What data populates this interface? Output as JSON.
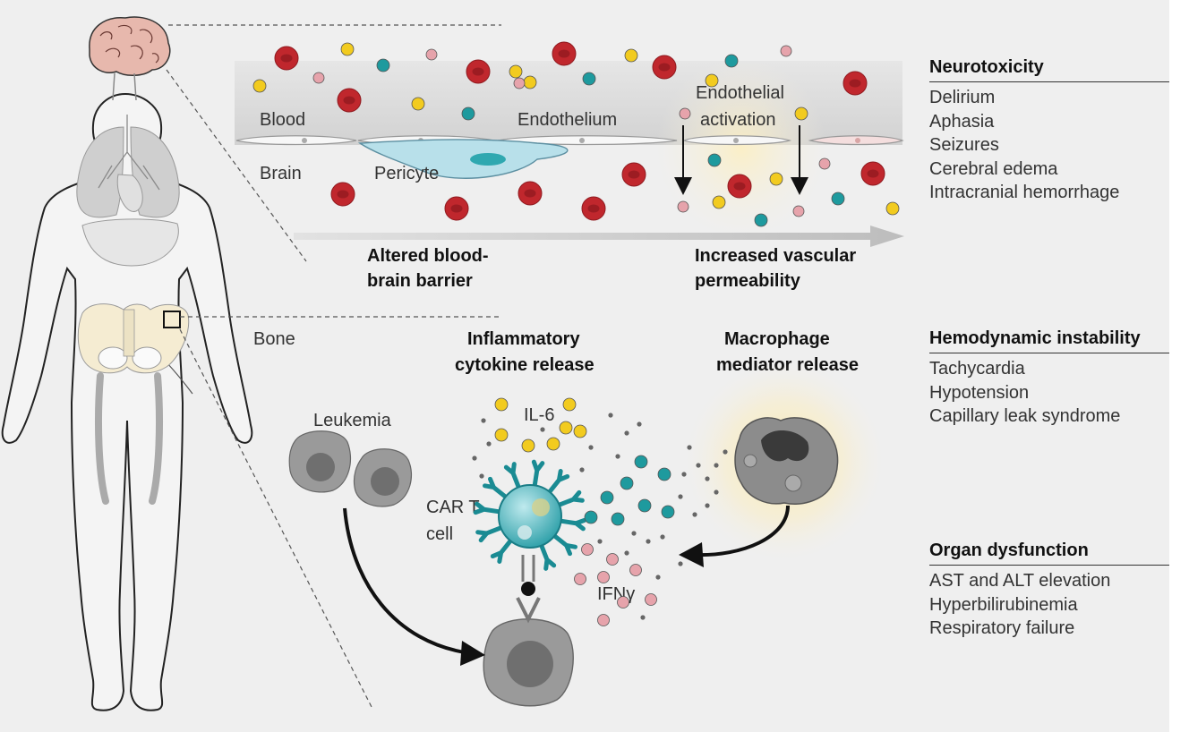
{
  "labels": {
    "blood": "Blood",
    "endothelium": "Endothelium",
    "endothelial_activation": [
      "Endothelial",
      "activation"
    ],
    "brain": "Brain",
    "pericyte": "Pericyte",
    "altered_bbb": [
      "Altered blood-",
      "brain barrier"
    ],
    "increased_vascular": [
      "Increased vascular",
      "permeability"
    ],
    "bone": "Bone",
    "inflammatory": [
      "Inflammatory",
      "cytokine release"
    ],
    "macrophage": [
      "Macrophage",
      "mediator release"
    ],
    "leukemia": "Leukemia",
    "il6": "IL-6",
    "car_t": [
      "CAR T",
      "cell"
    ],
    "ifn": "IFNγ"
  },
  "panels": [
    {
      "title": "Neurotoxicity",
      "items": [
        "Delirium",
        "Aphasia",
        "Seizures",
        "Cerebral edema",
        "Intracranial hemorrhage"
      ]
    },
    {
      "title": "Hemodynamic instability",
      "items": [
        "Tachycardia",
        "Hypotension",
        "Capillary leak syndrome"
      ]
    },
    {
      "title": "Organ dysfunction",
      "items": [
        "AST and ALT elevation",
        "Hyperbilirubinemia",
        "Respiratory failure"
      ]
    }
  ],
  "colors": {
    "rbc": "#c0272d",
    "cytokine_yellow": "#f2cb1f",
    "cytokine_teal": "#1e9a9e",
    "cytokine_pink": "#e6a3ab",
    "car_t": "#2fa8b0",
    "pericyte": "#b8e0ea",
    "leukemia_cell": "#999999"
  }
}
